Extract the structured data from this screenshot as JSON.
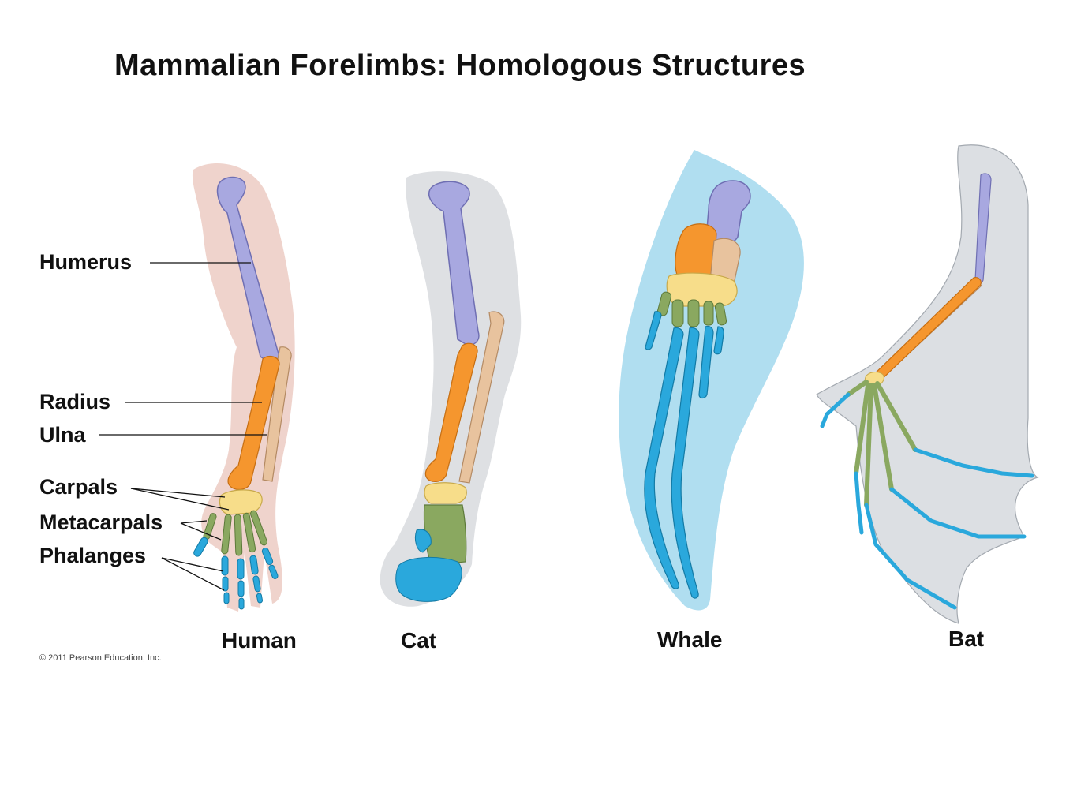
{
  "title": "Mammalian Forelimbs:  Homologous Structures",
  "colors": {
    "humerus": "#a8a8e0",
    "radius": "#f5962e",
    "ulna": "#e8c39e",
    "carpals": "#f7dd8a",
    "metacarpals": "#8aa860",
    "phalanges": "#2aa8dc",
    "human_skin": "#e9c4bb",
    "cat_fur": "#d6d8dc",
    "whale_skin": "#8fd0ea",
    "bat_membrane": "#d9dce0"
  },
  "labels": {
    "humerus": "Humerus",
    "radius": "Radius",
    "ulna": "Ulna",
    "carpals": "Carpals",
    "metacarpals": "Metacarpals",
    "phalanges": "Phalanges"
  },
  "animals": {
    "human": "Human",
    "cat": "Cat",
    "whale": "Whale",
    "bat": "Bat"
  },
  "copyright": "© 2011 Pearson Education, Inc."
}
